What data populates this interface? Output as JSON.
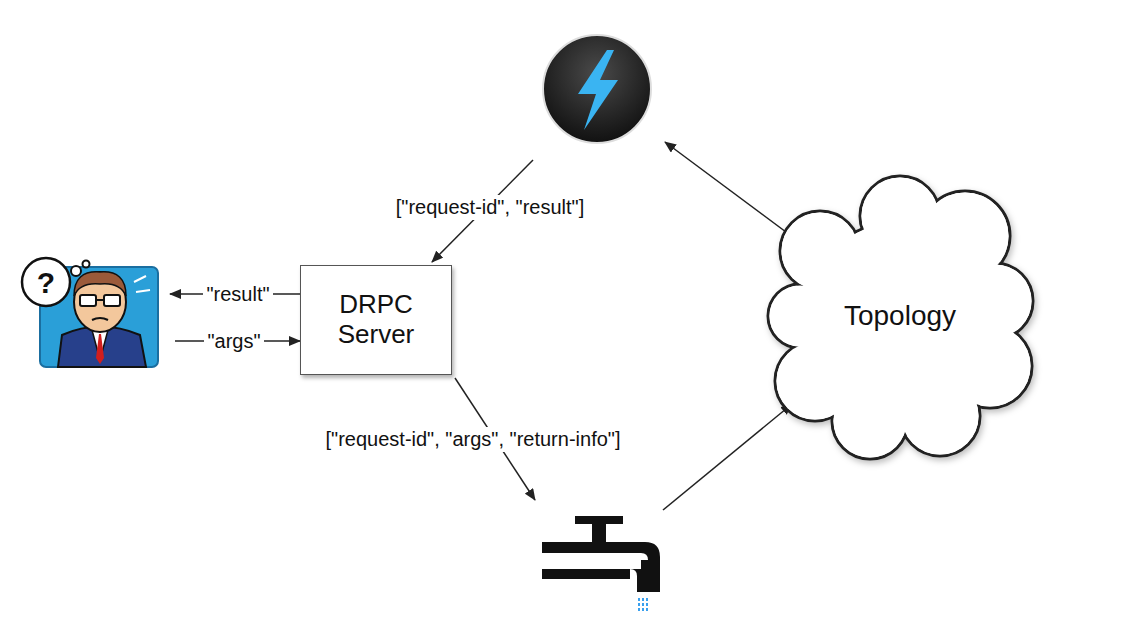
{
  "diagram": {
    "nodes": [
      {
        "text": [
          "DRPC Server"
        ]
      },
      {
        "text": [
          "Topology"
        ]
      }
    ],
    "labels": [
      "[\"request-id\", \"result\"]",
      "\"result\"",
      "\"args\"",
      "[\"request-id\", \"args\", \"return-info\"]",
      "?"
    ]
  }
}
